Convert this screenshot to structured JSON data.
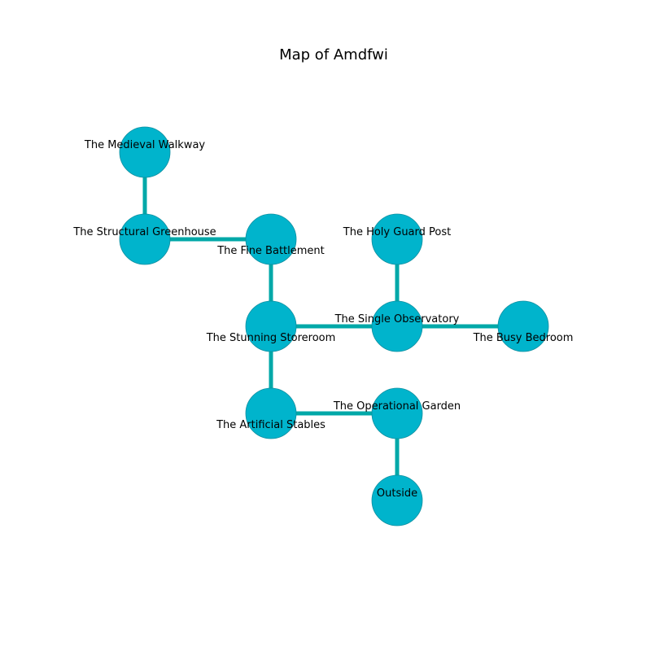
{
  "title": "Map of Amdfwi",
  "colors": {
    "node_fill": "#00b4cc",
    "node_stroke": "#0e8fa0",
    "edge": "#00a8a8",
    "text": "#000000"
  },
  "rooms": [
    {
      "id": "medieval-walkway",
      "label": "The Medieval Walkway",
      "col": 0,
      "row": 0,
      "label_pos": "up"
    },
    {
      "id": "structural-greenhouse",
      "label": "The Structural Greenhouse",
      "col": 0,
      "row": 1,
      "label_pos": "up"
    },
    {
      "id": "fine-battlement",
      "label": "The Fine Battlement",
      "col": 1,
      "row": 1,
      "label_pos": "down"
    },
    {
      "id": "holy-guard-post",
      "label": "The Holy Guard Post",
      "col": 2,
      "row": 1,
      "label_pos": "up"
    },
    {
      "id": "stunning-storeroom",
      "label": "The Stunning Storeroom",
      "col": 1,
      "row": 2,
      "label_pos": "down"
    },
    {
      "id": "single-observatory",
      "label": "The Single Observatory",
      "col": 2,
      "row": 2,
      "label_pos": "up"
    },
    {
      "id": "busy-bedroom",
      "label": "The Busy Bedroom",
      "col": 3,
      "row": 2,
      "label_pos": "down"
    },
    {
      "id": "artificial-stables",
      "label": "The Artificial Stables",
      "col": 1,
      "row": 3,
      "label_pos": "down"
    },
    {
      "id": "operational-garden",
      "label": "The Operational Garden",
      "col": 2,
      "row": 3,
      "label_pos": "up"
    },
    {
      "id": "outside",
      "label": "Outside",
      "col": 2,
      "row": 4,
      "label_pos": "up"
    }
  ],
  "connections": [
    [
      "medieval-walkway",
      "structural-greenhouse"
    ],
    [
      "structural-greenhouse",
      "fine-battlement"
    ],
    [
      "fine-battlement",
      "stunning-storeroom"
    ],
    [
      "stunning-storeroom",
      "single-observatory"
    ],
    [
      "holy-guard-post",
      "single-observatory"
    ],
    [
      "single-observatory",
      "busy-bedroom"
    ],
    [
      "stunning-storeroom",
      "artificial-stables"
    ],
    [
      "artificial-stables",
      "operational-garden"
    ],
    [
      "operational-garden",
      "outside"
    ]
  ]
}
